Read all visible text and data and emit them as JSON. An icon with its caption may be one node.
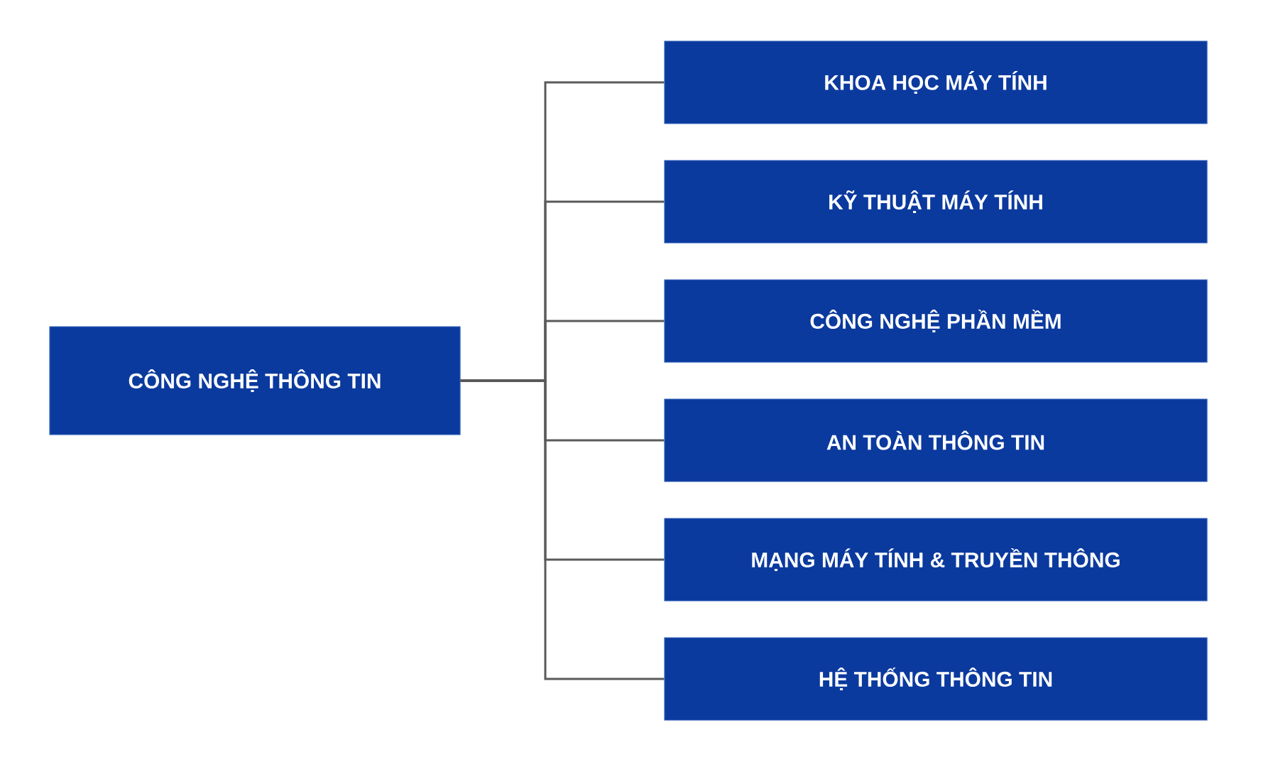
{
  "diagram": {
    "nodes": [
      {
        "text": [
          "CÔNG NGHỆ THÔNG TIN"
        ]
      },
      {
        "text": [
          "KHOA HỌC MÁY TÍNH"
        ]
      },
      {
        "text": [
          "KỸ THUẬT MÁY TÍNH"
        ]
      },
      {
        "text": [
          "CÔNG NGHỆ PHẦN MỀM"
        ]
      },
      {
        "text": [
          "AN TOÀN THÔNG TIN"
        ]
      },
      {
        "text": [
          "MẠNG MÁY TÍNH & TRUYỀN THÔNG"
        ]
      },
      {
        "text": [
          "HỆ THỐNG THÔNG TIN"
        ]
      }
    ],
    "edges": [
      {
        "from": 0,
        "to": 1,
        "arrow": "none"
      },
      {
        "from": 0,
        "to": 2,
        "arrow": "none"
      },
      {
        "from": 0,
        "to": 3,
        "arrow": "none"
      },
      {
        "from": 0,
        "to": 4,
        "arrow": "none"
      },
      {
        "from": 0,
        "to": 5,
        "arrow": "none"
      },
      {
        "from": 0,
        "to": 6,
        "arrow": "none"
      }
    ]
  }
}
